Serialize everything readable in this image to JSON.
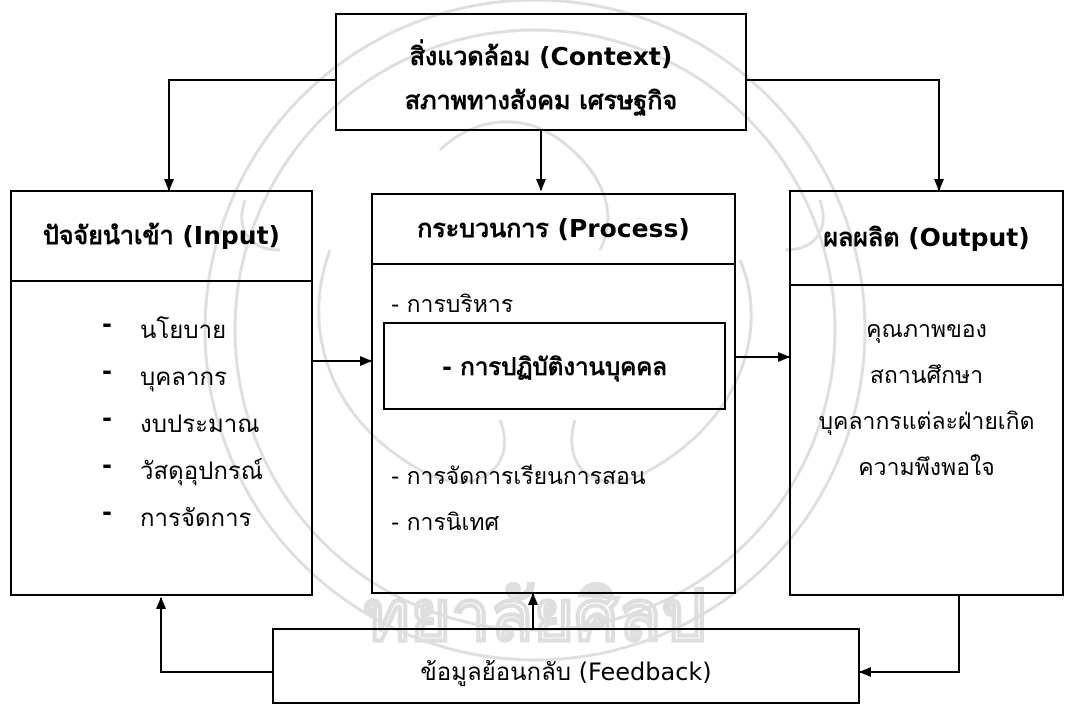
{
  "diagram": {
    "context": {
      "line1": "สิ่งแวดล้อม (Context)",
      "line2": "สภาพทางสังคม เศรษฐกิจ"
    },
    "input": {
      "title": "ปัจจัยนำเข้า (Input)",
      "items": [
        {
          "dash": "-",
          "text": "นโยบาย"
        },
        {
          "dash": "-",
          "text": "บุคลากร"
        },
        {
          "dash": "-",
          "text": "งบประมาณ"
        },
        {
          "dash": "-",
          "text": "วัสดุอุปกรณ์"
        },
        {
          "dash": "-",
          "text": "การจัดการ"
        }
      ]
    },
    "process": {
      "title": "กระบวนการ (Process)",
      "item1": "- การบริหาร",
      "highlight": "- การปฏิบัติงานบุคคล",
      "item3": "- การจัดการเรียนการสอน",
      "item4": "- การนิเทศ"
    },
    "output": {
      "title": "ผลผลิต (Output)",
      "lines": [
        "คุณภาพของ",
        "สถานศึกษา",
        "บุคลากรแต่ละฝ่ายเกิด",
        "ความพึงพอใจ"
      ]
    },
    "feedback": {
      "label": "ข้อมูลย้อนกลับ  (Feedback)"
    }
  },
  "colors": {
    "line": "#000000",
    "watermark": "#d9d9d9"
  }
}
